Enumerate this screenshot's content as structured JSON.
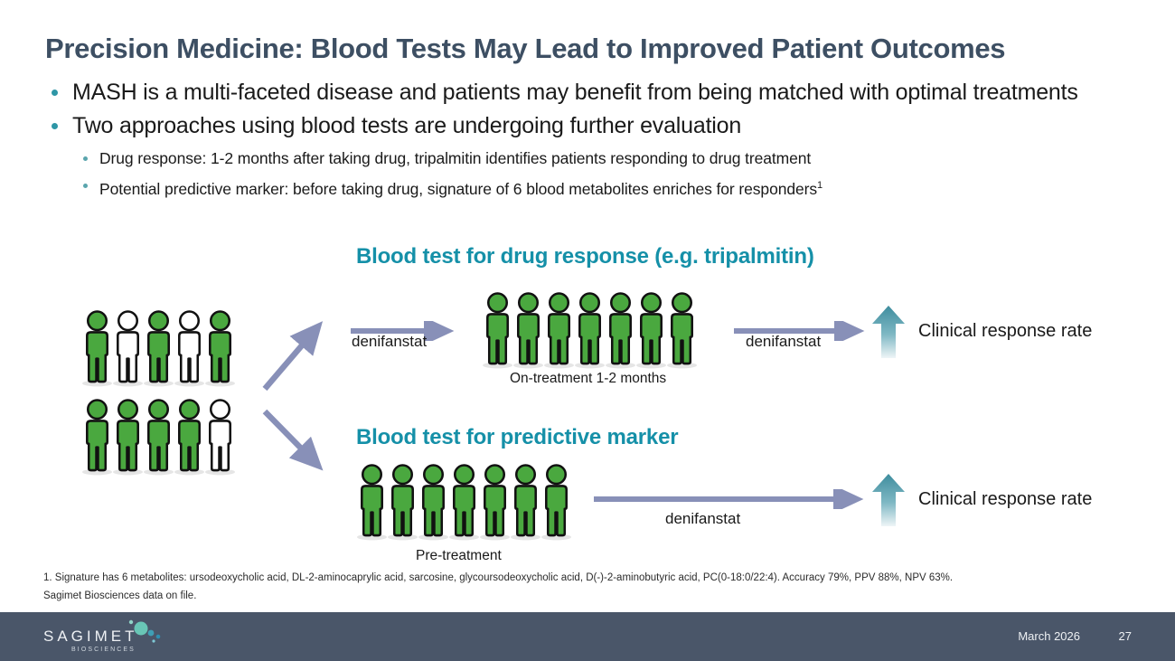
{
  "slide": {
    "title": "Precision Medicine: Blood Tests May Lead to Improved Patient Outcomes",
    "bullets": [
      {
        "level": 1,
        "text": "MASH is a multi-faceted disease and patients may benefit from being matched with optimal treatments"
      },
      {
        "level": 1,
        "text": "Two approaches using blood tests are undergoing further evaluation"
      },
      {
        "level": 2,
        "text": "Drug response: 1-2 months after taking drug, tripalmitin identifies patients responding to drug treatment"
      },
      {
        "level": 2,
        "text": "Potential predictive marker: before taking drug, signature of 6 blood metabolites enriches for responders",
        "superscript": "1"
      }
    ]
  },
  "diagram": {
    "section_1_heading": "Blood test for drug response (e.g. tripalmitin)",
    "section_2_heading": "Blood test for predictive marker",
    "baseline_group": {
      "row_1": [
        "green",
        "white",
        "green",
        "white",
        "green"
      ],
      "row_2": [
        "green",
        "green",
        "green",
        "green",
        "white"
      ]
    },
    "arrow_1_label": "denifanstat",
    "on_treatment_group": [
      "green",
      "green",
      "green",
      "green",
      "green",
      "green",
      "green"
    ],
    "on_treatment_caption": "On-treatment 1-2 months",
    "arrow_2_label": "denifanstat",
    "response_label_1": "Clinical response rate",
    "pre_treatment_group": [
      "green",
      "green",
      "green",
      "green",
      "green",
      "green",
      "green"
    ],
    "pre_treatment_caption": "Pre-treatment",
    "arrow_3_label": "denifanstat",
    "response_label_2": "Clinical response rate"
  },
  "footnotes": [
    "1. Signature has 6 metabolites: ursodeoxycholic acid, DL-2-aminocaprylic acid, sarcosine, glycoursodeoxycholic acid, D(-)-2-aminobutyric acid, PC(0-18:0/22:4). Accuracy 79%, PPV 88%, NPV 63%.",
    "Sagimet Biosciences data on file."
  ],
  "footer": {
    "logo_word": "SAGIMET",
    "logo_sub": "BIOSCIENCES",
    "date": "March 2026",
    "page_number": "27"
  },
  "colors": {
    "title": "#3d4f63",
    "section_heading": "#1590a8",
    "bullet_dot": "#2e96a6",
    "person_green": "#4aa83f",
    "person_white": "#ffffff",
    "arrow_slate": "#8890b8",
    "up_arrow_teal": "#3e8d9e",
    "footer_bar": "#4a5669"
  }
}
